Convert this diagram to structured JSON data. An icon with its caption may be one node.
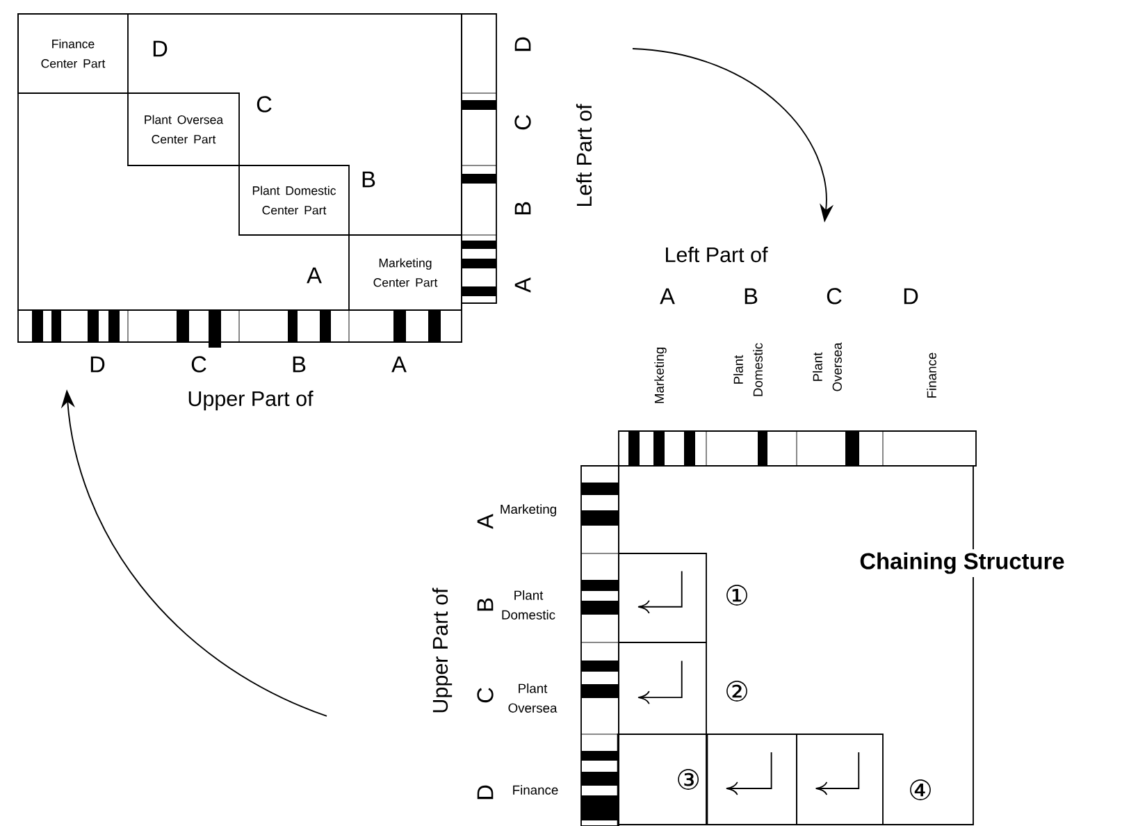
{
  "diagram": {
    "title": "Chaining Structure",
    "nodes": [
      {
        "text": [],
        "shape": "box"
      },
      {
        "text": [
          "Finance Center Part"
        ],
        "in": 0
      },
      {
        "text": [
          "Plant Oversea Center Part"
        ],
        "in": 0
      },
      {
        "text": [
          "Plant Domestic Center Part"
        ],
        "in": 0
      },
      {
        "text": [
          "Marketing Center Part"
        ],
        "in": 0
      },
      {
        "text": [],
        "shape": "box"
      },
      {
        "text": [],
        "shape": "box",
        "in": 5
      },
      {
        "text": [],
        "shape": "box",
        "in": 5
      },
      {
        "text": [
          "③"
        ],
        "in": 5
      },
      {
        "text": [],
        "shape": "box",
        "in": 5
      },
      {
        "text": [],
        "shape": "box",
        "in": 5
      }
    ],
    "labels": [
      "D",
      "C",
      "B",
      "A",
      "A",
      "B",
      "C",
      "D",
      "Left Part of",
      "D",
      "C",
      "B",
      "A",
      "Upper Part of",
      "Left Part of",
      "A",
      "B",
      "C",
      "D",
      "Marketing",
      "Plant Domestic",
      "Plant Oversea",
      "Finance",
      "Marketing",
      "Plant Domestic",
      "Plant Oversea",
      "Finance",
      "Upper Part of",
      "A",
      "B",
      "C",
      "D",
      "①",
      "②",
      "④"
    ]
  }
}
